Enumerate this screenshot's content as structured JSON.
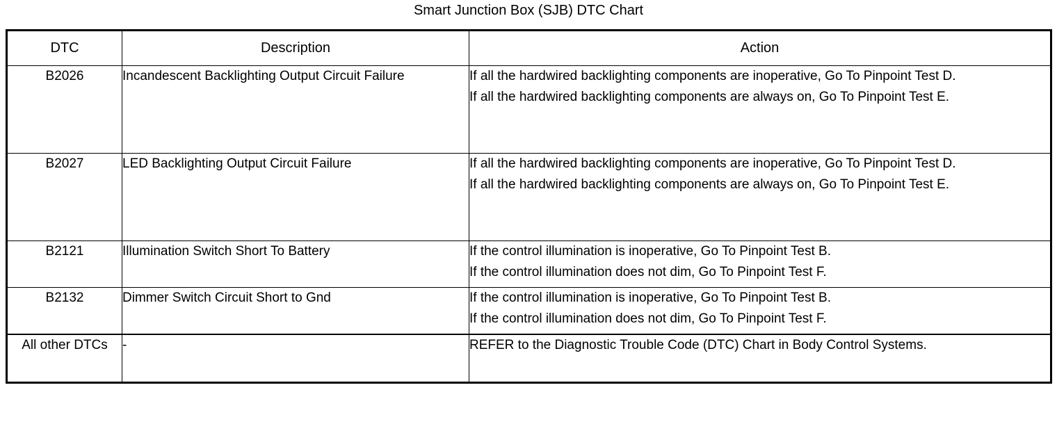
{
  "title": "Smart Junction Box (SJB) DTC Chart",
  "table": {
    "headers": {
      "dtc": "DTC",
      "description": "Description",
      "action": "Action"
    },
    "rows": [
      {
        "dtc": "B2026",
        "description": "Incandescent Backlighting Output Circuit Failure",
        "action_lines": [
          "If all the hardwired backlighting components are inoperative, Go To Pinpoint Test D.",
          "If all the hardwired backlighting components are always on, Go To Pinpoint Test E."
        ]
      },
      {
        "dtc": "B2027",
        "description": "LED Backlighting Output Circuit Failure",
        "action_lines": [
          "If all the hardwired backlighting components are inoperative, Go To Pinpoint Test D.",
          "If all the hardwired backlighting components are always on, Go To Pinpoint Test E."
        ]
      },
      {
        "dtc": "B2121",
        "description": "Illumination Switch Short To Battery",
        "action_lines": [
          "If the control illumination is inoperative, Go To Pinpoint Test B.",
          "If the control illumination does not dim, Go To Pinpoint Test F."
        ]
      },
      {
        "dtc": "B2132",
        "description": "Dimmer Switch Circuit Short to Gnd",
        "action_lines": [
          "If the control illumination is inoperative, Go To Pinpoint Test B.",
          "If the control illumination does not dim, Go To Pinpoint Test F."
        ]
      },
      {
        "dtc": "All other DTCs",
        "description": "-",
        "action_lines": [
          "REFER to the Diagnostic Trouble Code (DTC) Chart in Body Control Systems."
        ]
      }
    ]
  },
  "colors": {
    "text": "#000000",
    "background": "#ffffff",
    "border": "#000000"
  }
}
